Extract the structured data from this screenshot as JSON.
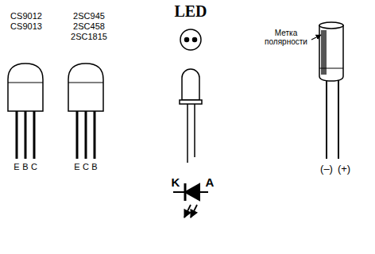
{
  "diagram": {
    "title": "LED",
    "labels": [
      "CS9012",
      "CS9013",
      "2SC945",
      "2SC458",
      "2SC1815",
      "E",
      "B",
      "C",
      "E",
      "C",
      "B",
      "K",
      "A",
      "Метка полярности",
      "(–)",
      "(+)"
    ]
  }
}
